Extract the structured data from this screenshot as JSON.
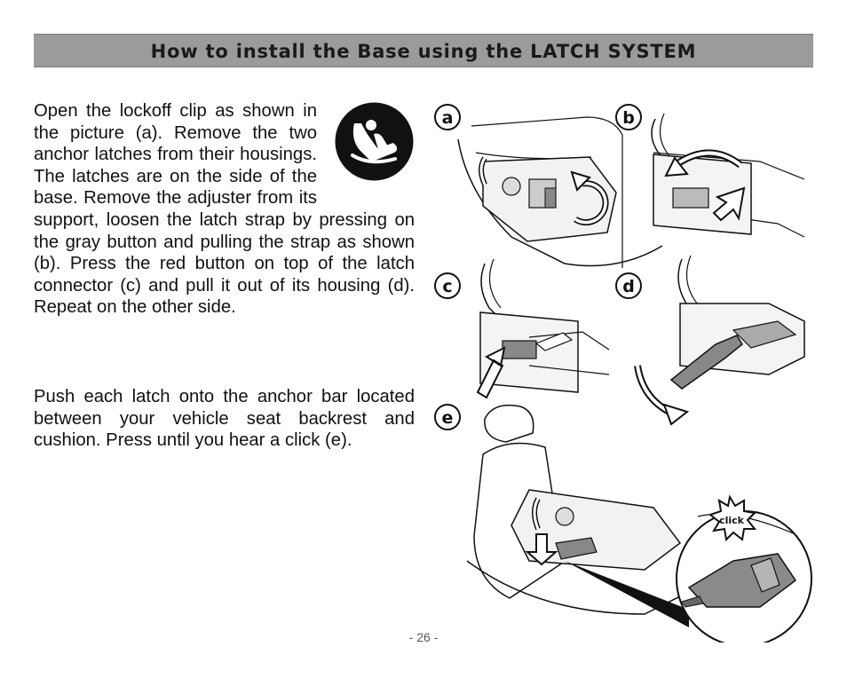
{
  "header": {
    "title": "How to install the Base using the LATCH SYSTEM"
  },
  "paragraphs": [
    "Open the lockoff clip as shown in the picture (a). Remove the two anchor latches from their housings. The latches are on the side of the base. Remove the adjuster from its support, loosen the latch strap by pressing on the gray button and pulling the strap as shown (b). Press the red button on top of the latch connector (c) and pull it out of its housing (d). Repeat on the other side.",
    "Push each latch onto the anchor bar located between your vehicle seat backrest and cushion. Press until you hear a click (e)."
  ],
  "icon": "child-seat-icon",
  "figures": {
    "a": "a",
    "b": "b",
    "c": "c",
    "d": "d",
    "e": "e",
    "click": "click"
  },
  "page_number": "- 26 -",
  "colors": {
    "header_bg": "#9b9b9b",
    "ink": "#111111",
    "gray_part": "#8a8a8a"
  }
}
